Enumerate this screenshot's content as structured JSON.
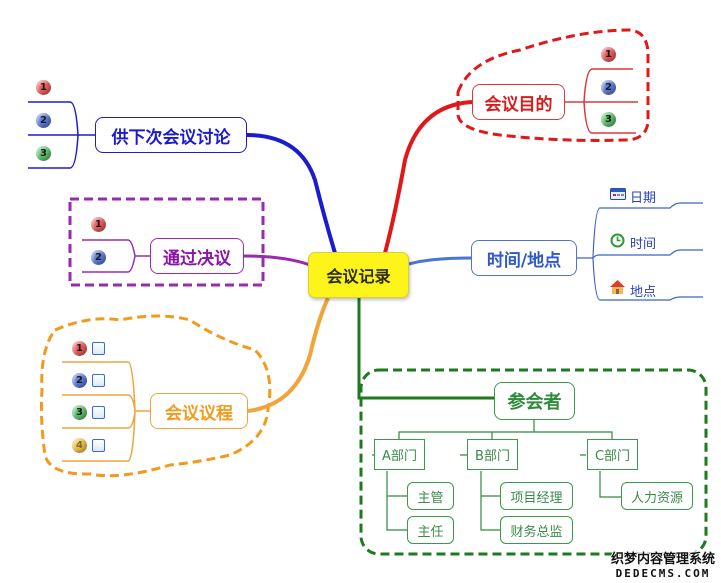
{
  "central": {
    "label": "会议记录"
  },
  "branches": {
    "discussion": {
      "label": "供下次会议讨论",
      "color": "#1b1bd0",
      "items": [
        "1",
        "2",
        "3"
      ]
    },
    "purpose": {
      "label": "会议目的",
      "color": "#e01818",
      "items": [
        "1",
        "2",
        "3"
      ]
    },
    "resolution": {
      "label": "通过决议",
      "color": "#9a2ab0",
      "items": [
        "1",
        "2"
      ]
    },
    "time_place": {
      "label": "时间/地点",
      "color": "#4a74d8",
      "items": [
        {
          "icon": "calendar-icon",
          "label": "日期"
        },
        {
          "icon": "clock-icon",
          "label": "时间"
        },
        {
          "icon": "house-icon",
          "label": "地点"
        }
      ]
    },
    "agenda": {
      "label": "会议议程",
      "color": "#f2a33a",
      "items": [
        "1",
        "2",
        "3",
        "4"
      ]
    },
    "attendees": {
      "label": "参会者",
      "color": "#2f8a3a",
      "departments": [
        {
          "label": "A部门",
          "members": [
            "主管",
            "主任"
          ]
        },
        {
          "label": "B部门",
          "members": [
            "项目经理",
            "财务总监"
          ]
        },
        {
          "label": "C部门",
          "members": [
            "人力资源"
          ]
        }
      ]
    }
  },
  "watermark": {
    "line1": "织梦内容管理系统",
    "line2": "DEDECMS.COM"
  }
}
